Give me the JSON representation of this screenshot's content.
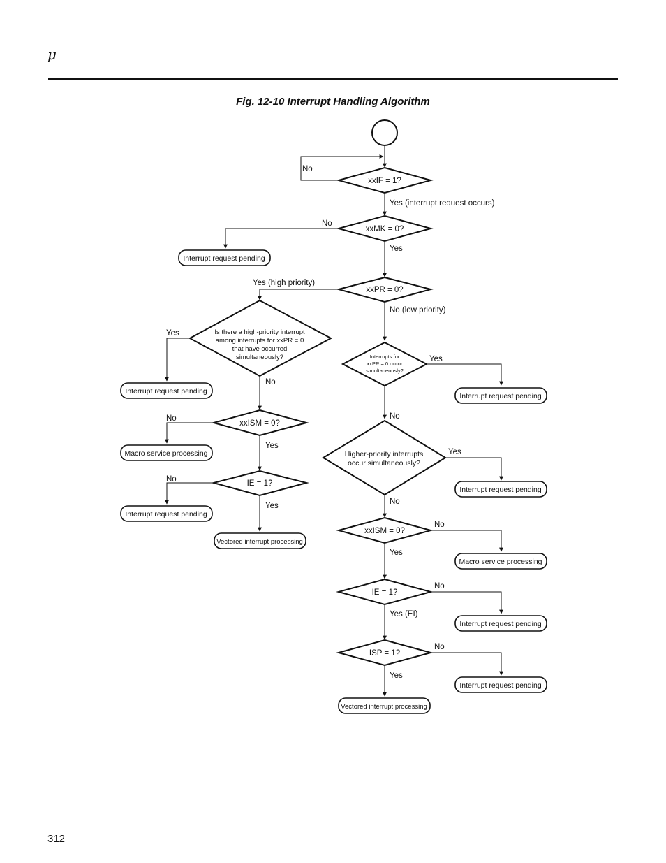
{
  "header": {
    "symbol": "μ",
    "figure_title": "Fig. 12-10  Interrupt Handling Algorithm",
    "page_number": "312"
  },
  "flow": {
    "d_if": "xxIF = 1?",
    "d_mk": "xxMK = 0?",
    "d_pr": "xxPR = 0?",
    "d_hp_l1": "Is there a high-priority interrupt",
    "d_hp_l2": "among interrupts for xxPR = 0",
    "d_hp_l3": "that have occurred",
    "d_hp_l4": "simultaneously?",
    "d_lp_l1": "Interrupts for",
    "d_lp_l2": "xxPR = 0 occur",
    "d_lp_l3": "simultaneously?",
    "d_hpi_l1": "Higher-priority interrupts",
    "d_hpi_l2": "occur simultaneously?",
    "d_ism_l": "xxISM = 0?",
    "d_ie_l": "IE = 1?",
    "d_ism_r": "xxISM = 0?",
    "d_ie_r": "IE = 1?",
    "d_isp_r": "ISP = 1?",
    "pending": "Interrupt request pending",
    "macro": "Macro service processing",
    "vectored": "Vectored interrupt processing",
    "no": "No",
    "yes": "Yes",
    "yes_irq": "Yes (interrupt request occurs)",
    "yes_high": "Yes (high priority)",
    "no_low": "No (low priority)",
    "yes_ei": "Yes (EI)"
  }
}
